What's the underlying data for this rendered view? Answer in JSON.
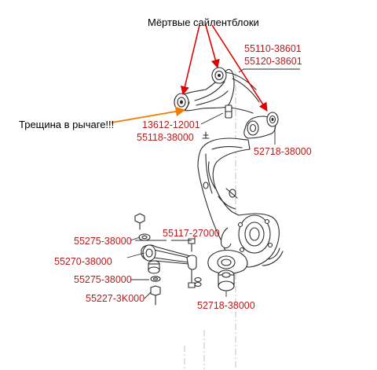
{
  "annotations": {
    "dead_bushings": "Мёртвые сайлентблоки",
    "arm_crack": "Трещина в рычаге!!!"
  },
  "part_numbers": {
    "upper_arm_a": "55110-38601",
    "upper_arm_b": "55120-38601",
    "bushing_kit": "13612-12001",
    "upper_ball_joint": "55118-38000",
    "bushing_upper_rear": "52718-38000",
    "stab_link": "55117-27000",
    "link_bushing_top": "55275-38000",
    "trailing_arm": "55270-38000",
    "link_bushing_bottom": "55275-38000",
    "bolt": "55227-3K000",
    "bushing_lower": "52718-38000"
  },
  "colors": {
    "part_number": "#b71c1c",
    "arrow_bushings": "#e00000",
    "arrow_crack": "#f07c00",
    "line_art": "#2b2b2b"
  }
}
